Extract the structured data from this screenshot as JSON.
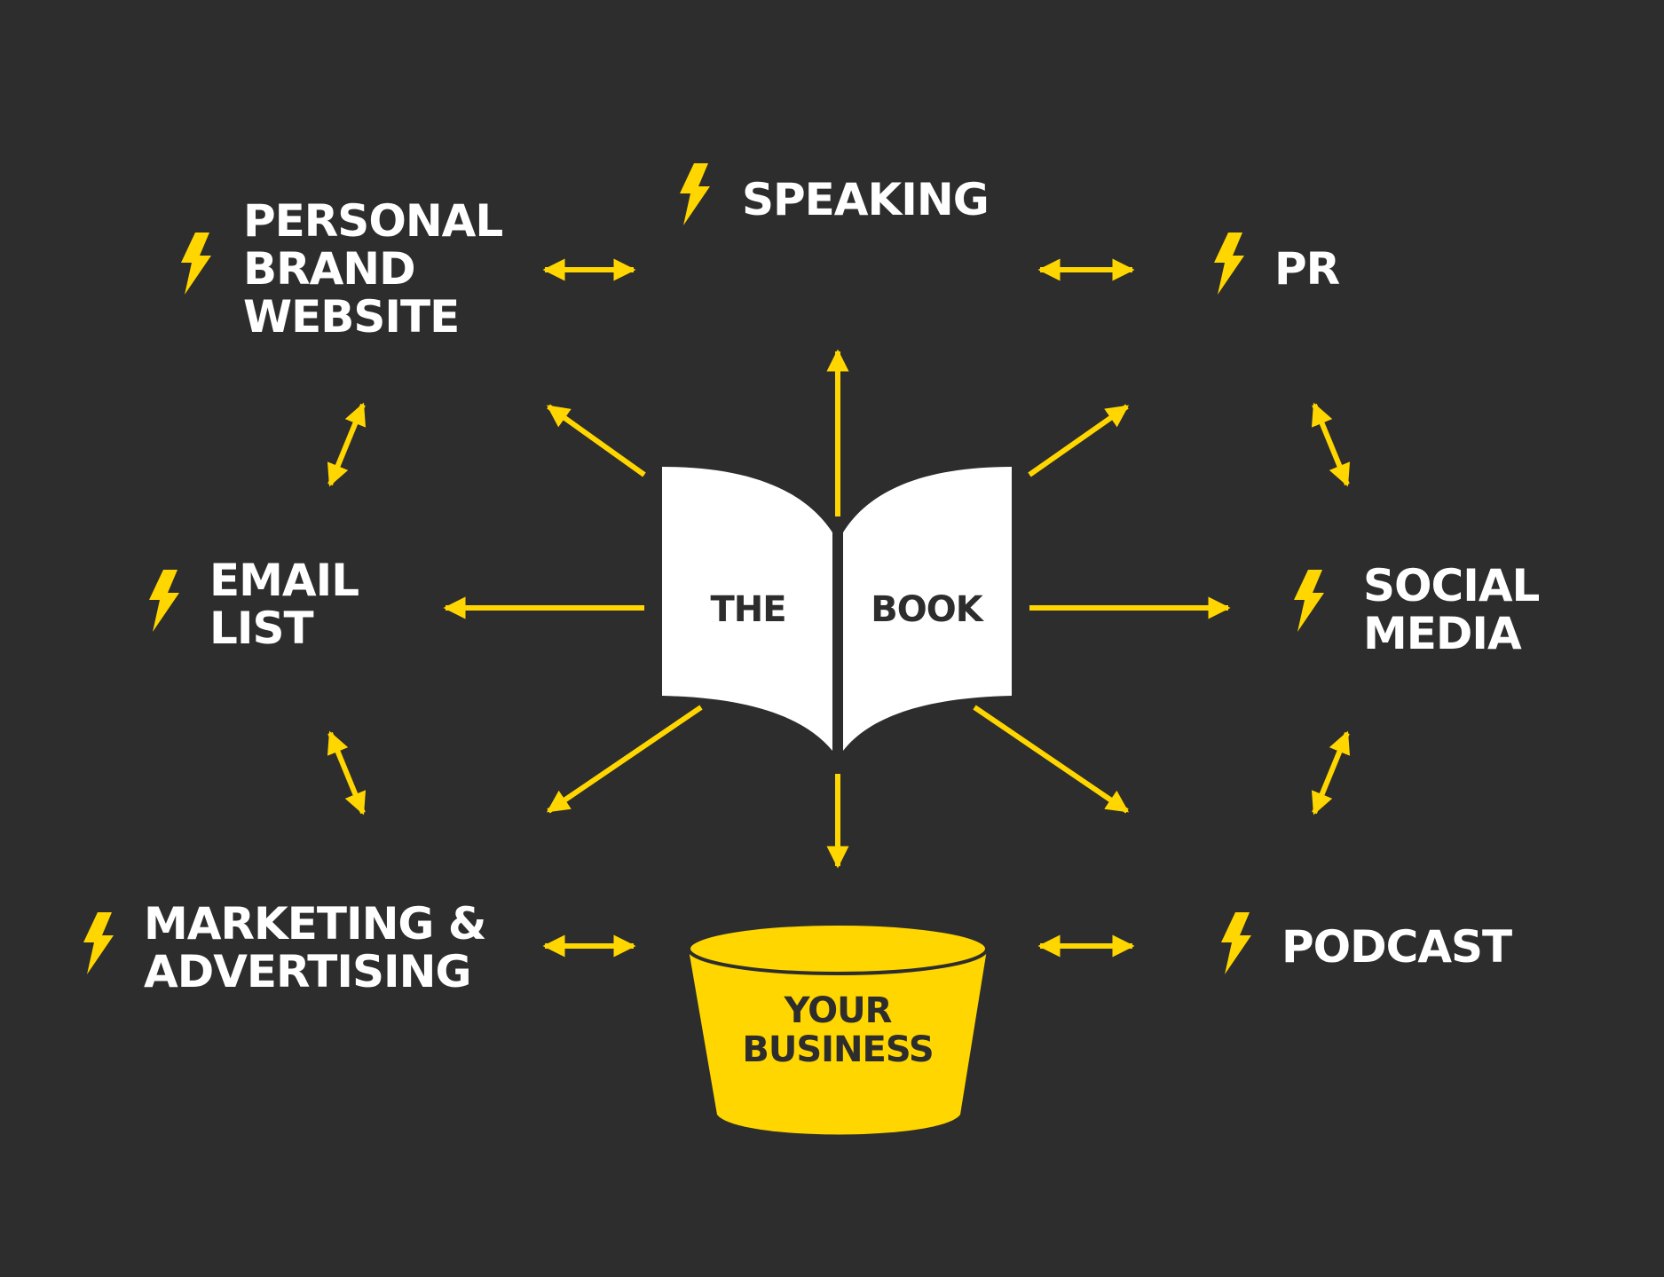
{
  "colors": {
    "background": "#2d2d2d",
    "accent": "#ffd600",
    "text": "#ffffff",
    "dark_text": "#2d2d2d"
  },
  "center": {
    "book_left": "THE",
    "book_right": "BOOK",
    "business_line1": "YOUR",
    "business_line2": "BUSINESS"
  },
  "nodes": {
    "personal_brand_website": {
      "lines": [
        "PERSONAL",
        "BRAND",
        "WEBSITE"
      ],
      "icon": "lightning-bolt-icon"
    },
    "speaking": {
      "lines": [
        "SPEAKING"
      ],
      "icon": "lightning-bolt-icon"
    },
    "pr": {
      "lines": [
        "PR"
      ],
      "icon": "lightning-bolt-icon"
    },
    "email_list": {
      "lines": [
        "EMAIL",
        "LIST"
      ],
      "icon": "lightning-bolt-icon"
    },
    "social_media": {
      "lines": [
        "SOCIAL",
        "MEDIA"
      ],
      "icon": "lightning-bolt-icon"
    },
    "marketing_advertising": {
      "lines": [
        "MARKETING &",
        "ADVERTISING"
      ],
      "icon": "lightning-bolt-icon"
    },
    "podcast": {
      "lines": [
        "PODCAST"
      ],
      "icon": "lightning-bolt-icon"
    }
  }
}
